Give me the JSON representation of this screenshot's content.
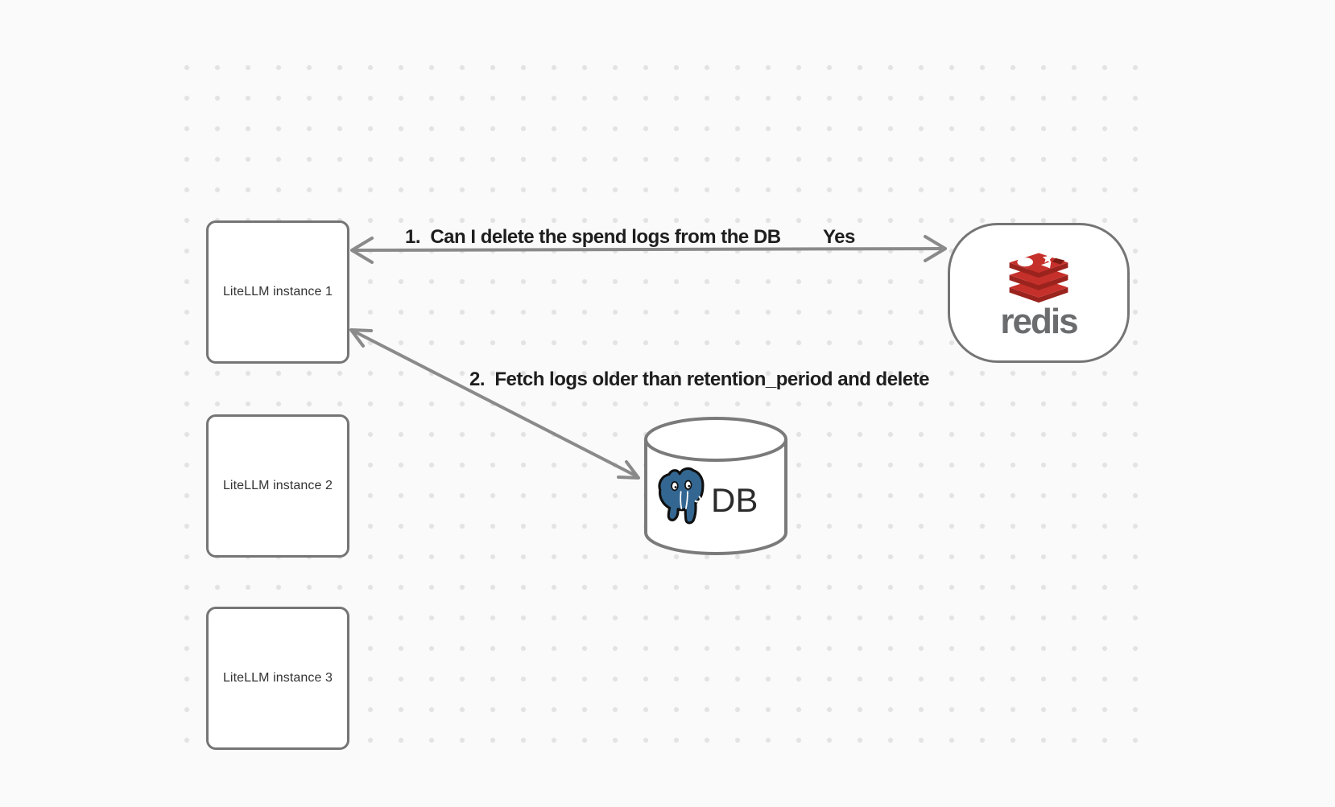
{
  "diagram": {
    "background": "#fafafa",
    "dot_color": "#e3e3e3",
    "node_border_color": "#757575",
    "arrow_color": "#8a8a8a",
    "label_color": "#1e1e1e",
    "instances": [
      {
        "label": "LiteLLM instance 1"
      },
      {
        "label": "LiteLLM instance 2"
      },
      {
        "label": "LiteLLM instance 3"
      }
    ],
    "redis": {
      "wordmark": "redis",
      "wordmark_color": "#6b6c6e",
      "logo_red": "#c6302b",
      "logo_red_dark": "#9b231d"
    },
    "db": {
      "label": "DB",
      "postgres_blue": "#336791"
    },
    "arrows": [
      {
        "label": "1.  Can I delete the spend logs from the DB",
        "reply": "Yes",
        "from": "LiteLLM instance 1",
        "to": "redis",
        "heads": "both"
      },
      {
        "label": "2.  Fetch logs older than retention_period and delete",
        "from": "LiteLLM instance 1",
        "to": "DB",
        "heads": "both"
      }
    ]
  }
}
